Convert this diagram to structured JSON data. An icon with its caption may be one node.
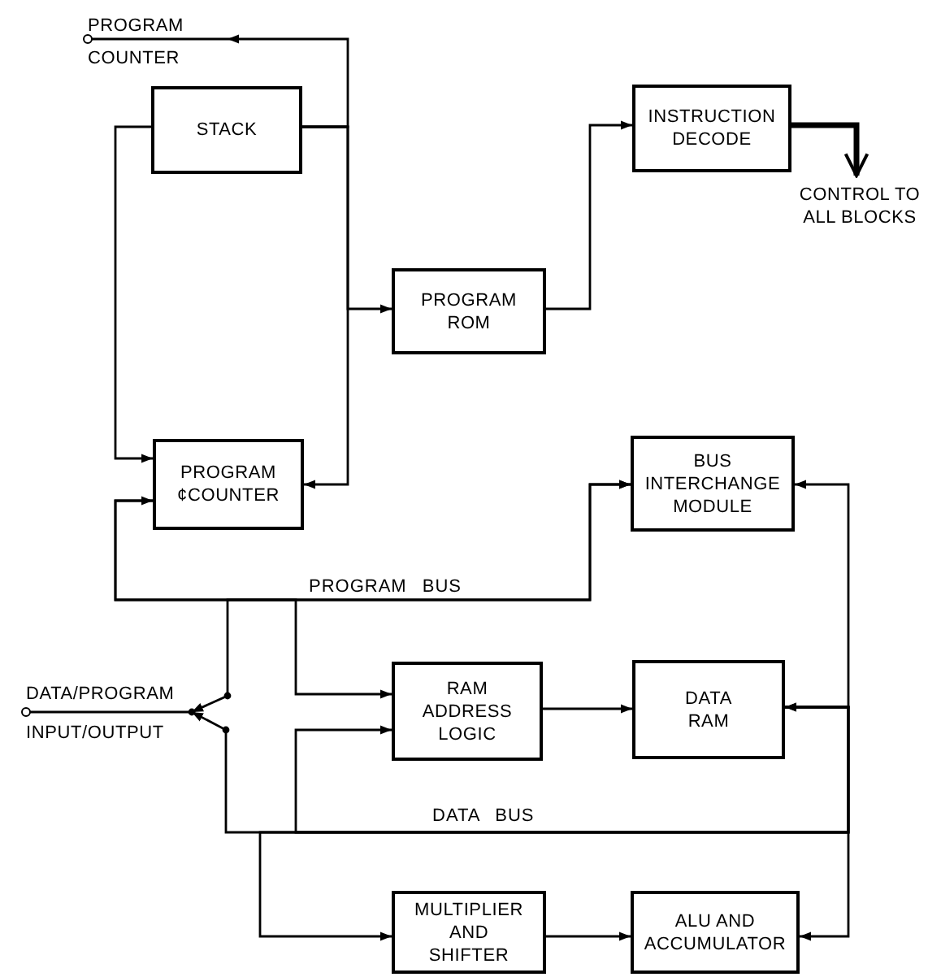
{
  "diagram": {
    "nodes": [
      {
        "text": [
          "PROGRAM COUNTER"
        ]
      },
      {
        "text": [
          "STACK"
        ]
      },
      {
        "text": [
          "PROGRAM ROM"
        ]
      },
      {
        "text": [
          "INSTRUCTION DECODE"
        ]
      },
      {
        "text": [
          "CONTROL TO ALL BLOCKS"
        ]
      },
      {
        "text": [
          "PROGRAM ¢COUNTER"
        ]
      },
      {
        "text": [
          "BUS INTERCHANGE MODULE"
        ]
      },
      {
        "text": [
          "DATA/PROGRAM INPUT/OUTPUT"
        ]
      },
      {
        "text": [
          "RAM ADDRESS LOGIC"
        ]
      },
      {
        "text": [
          "DATA RAM"
        ]
      },
      {
        "text": [
          "MULTIPLIER AND SHIFTER"
        ]
      },
      {
        "text": [
          "ALU AND ACCUMULATOR"
        ]
      }
    ],
    "edges": [
      {
        "from": 1,
        "to": 2,
        "arrow": "to"
      },
      {
        "from": 1,
        "to": 0,
        "arrow": "to"
      },
      {
        "from": 1,
        "to": 5,
        "arrow": "to"
      },
      {
        "from": 1,
        "to": 5,
        "arrow": "to"
      },
      {
        "from": 2,
        "to": 3,
        "arrow": "to"
      },
      {
        "from": 3,
        "to": 4,
        "arrow": "to",
        "style": "thick"
      },
      {
        "from": 5,
        "to": 6,
        "arrow": "both"
      },
      {
        "from": 5,
        "to": 8,
        "arrow": "to"
      },
      {
        "from": 7,
        "to": 6,
        "arrow": "both"
      },
      {
        "from": 7,
        "to": 9,
        "arrow": "both"
      },
      {
        "from": 6,
        "to": 9,
        "arrow": "both"
      },
      {
        "from": 8,
        "to": 9,
        "arrow": "to"
      },
      {
        "from": 10,
        "to": 11,
        "arrow": "to"
      },
      {
        "from": 9,
        "to": 10,
        "arrow": "to"
      },
      {
        "from": 9,
        "to": 8,
        "arrow": "to"
      },
      {
        "from": 9,
        "to": 11,
        "arrow": "to"
      }
    ],
    "labels": [
      "PROGRAM BUS",
      "DATA BUS"
    ]
  }
}
